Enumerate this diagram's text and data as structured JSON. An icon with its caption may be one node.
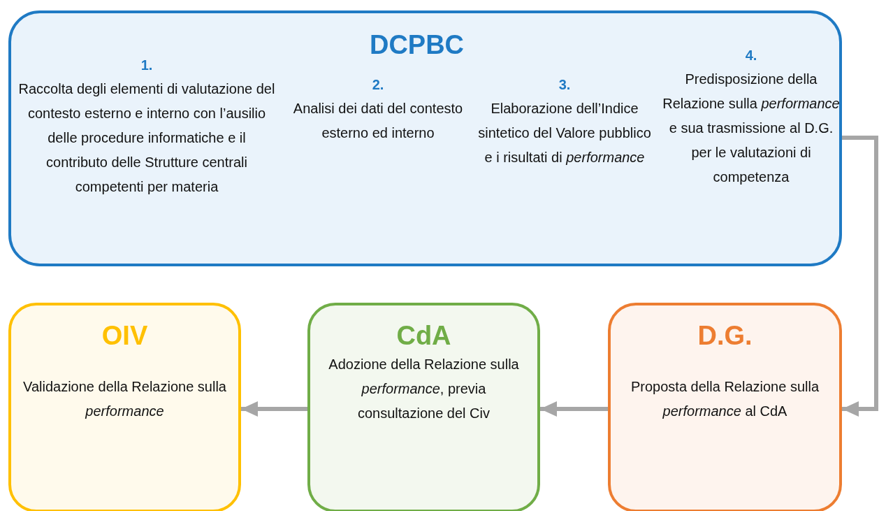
{
  "diagram": {
    "nodes": [
      {
        "text": [
          "DCPBC",
          "1.",
          "Raccolta degli elementi di valutazione del contesto esterno e interno con l’ausilio delle procedure informatiche e il contributo delle Strutture centrali competenti per materia",
          "2.",
          "Analisi dei dati del contesto esterno ed interno",
          "3.",
          "Elaborazione dell’Indice sintetico del Valore pubblico e i risultati di *performance*",
          "4.",
          "Predisposizione della Relazione sulla *performance* e sua trasmissione al D.G. per le valutazioni di competenza"
        ]
      },
      {
        "text": [
          "OIV",
          "Validazione della Relazione sulla *performance*"
        ]
      },
      {
        "text": [
          "CdA",
          "Adozione della Relazione sulla *performance*, previa consultazione del Civ"
        ]
      },
      {
        "text": [
          "D.G.",
          "Proposta della Relazione sulla *performance* al CdA"
        ]
      }
    ],
    "edges": [
      {
        "from": 0,
        "to": 3,
        "arrow": "to"
      },
      {
        "from": 3,
        "to": 2,
        "arrow": "to"
      },
      {
        "from": 2,
        "to": 1,
        "arrow": "to"
      }
    ]
  }
}
